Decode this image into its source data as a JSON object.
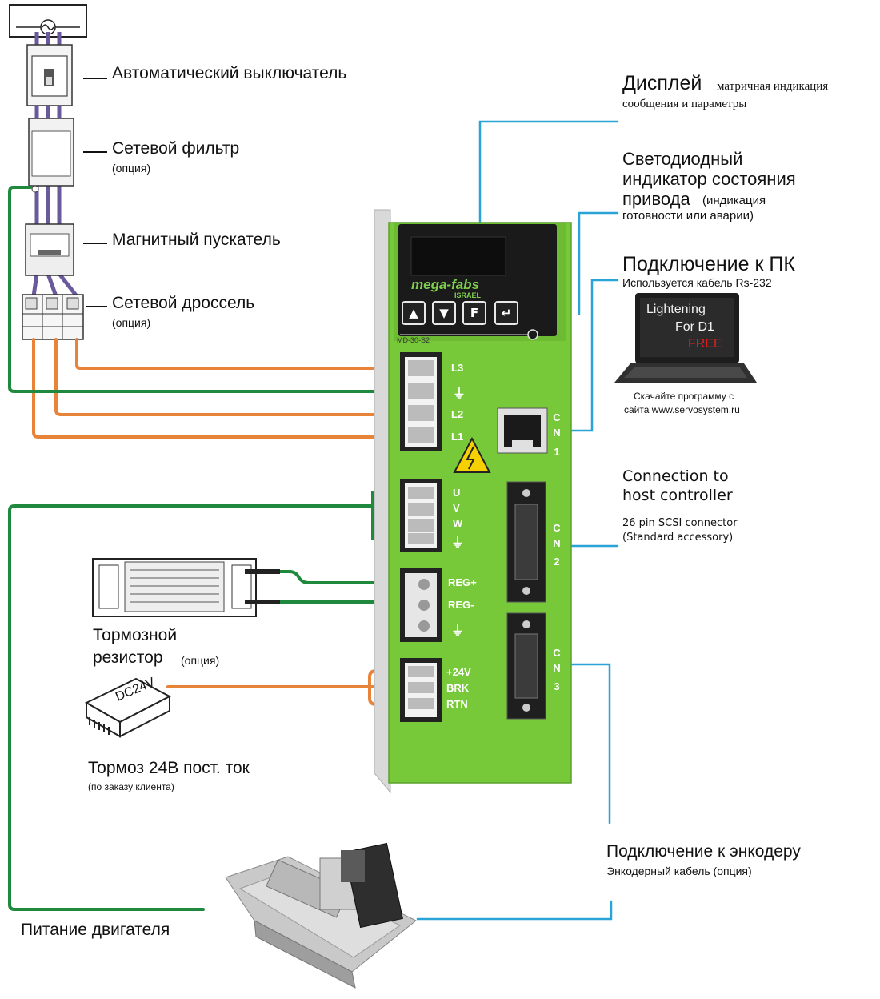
{
  "components": {
    "breaker": {
      "label": "Автоматический выключатель"
    },
    "filter": {
      "label": "Сетевой фильтр",
      "note": "(опция)"
    },
    "contactor": {
      "label": "Магнитный пускатель"
    },
    "reactor": {
      "label": "Сетевой дроссель",
      "note": "(опция)"
    },
    "brake_resistor": {
      "label_line1": "Тормозной",
      "label_line2": "резистор",
      "note": "(опция)"
    },
    "brake_24v": {
      "label": "Тормоз 24В пост. ток",
      "note": "(по заказу клиента)",
      "box_text": "DC24V"
    },
    "motor": {
      "label": "Питание двигателя"
    }
  },
  "callouts": {
    "display": {
      "title": "Дисплей",
      "desc_line1": "матричная индикация",
      "desc_line2": "сообщения и параметры"
    },
    "led": {
      "line1": "Светодиодный",
      "line2": "индикатор состояния",
      "line3": "привода",
      "line3_note": "(индикация",
      "line4": "готовности или аварии)"
    },
    "pc": {
      "title": "Подключение к ПК",
      "desc": "Используется кабель Rs-232"
    },
    "laptop": {
      "screen_line1": "Lightening",
      "screen_line2": "For D1",
      "screen_line3": "FREE",
      "caption_line1": "Скачайте программу с",
      "caption_line2": "сайта www.servosystem.ru"
    },
    "host": {
      "title_line1": "Connection to",
      "title_line2": "host controller",
      "desc_line1": "26 pin SCSI connector",
      "desc_line2": "(Standard accessory)"
    },
    "encoder": {
      "title": "Подключение к энкодеру",
      "desc": "Энкодерный кабель (опция)"
    }
  },
  "drive": {
    "brand": "mega-fabs",
    "sub_brand": "ISRAEL",
    "model": "MD-30-S2",
    "buttons": [
      "▲",
      "▼",
      "F",
      "↵"
    ],
    "power_terminals": [
      "L3",
      "⏚",
      "L2",
      "L1"
    ],
    "motor_terminals": [
      "U",
      "V",
      "W",
      "⏚"
    ],
    "regen_terminals": [
      "REG+",
      "REG-",
      "⏚"
    ],
    "brake_terminals": [
      "+24V",
      "BRK",
      "RTN"
    ],
    "cn1": [
      "C",
      "N",
      "1"
    ],
    "cn2": [
      "C",
      "N",
      "2"
    ],
    "cn3": [
      "C",
      "N",
      "3"
    ]
  },
  "colors": {
    "drive_green": "#77c93a",
    "wire_green": "#1f8a3d",
    "wire_orange": "#e8833a",
    "wire_blue": "#2aa3d6",
    "bus_purple": "#6a5a9c"
  }
}
